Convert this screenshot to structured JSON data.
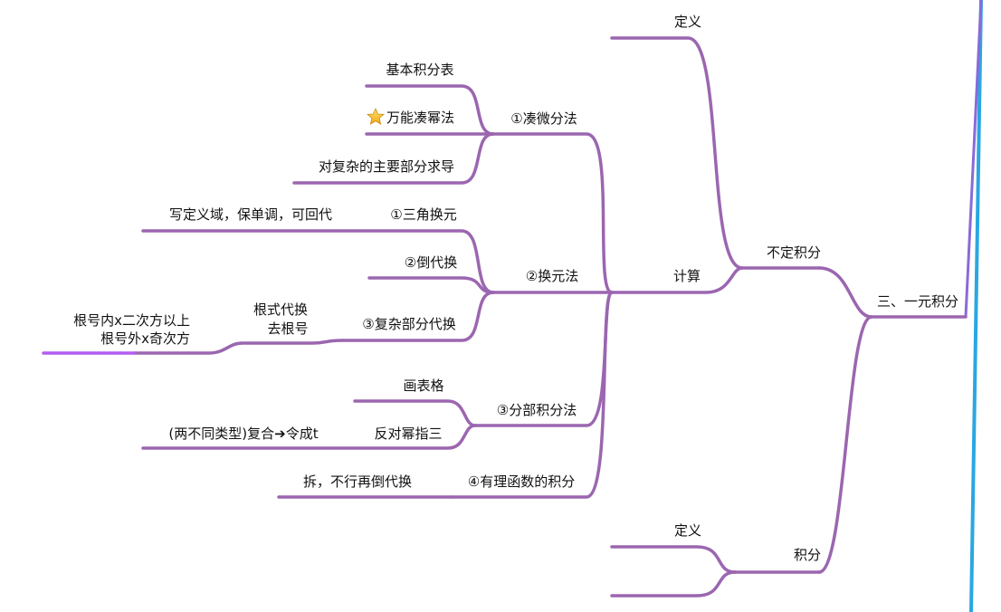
{
  "colors": {
    "edge": "#9b66b0",
    "accent_blue": "#2aa7e2",
    "accent_violet": "#b45cf0",
    "text": "#111111"
  },
  "nodes": {
    "root": "三、一元积分",
    "indef": "不定积分",
    "indef_def": "定义",
    "calc": "计算",
    "cou": "①凑微分法",
    "cou_table": "基本积分表",
    "cou_universal": "万能凑幂法",
    "cou_derive": "对复杂的主要部分求导",
    "huan": "②换元法",
    "trig": "①三角换元",
    "trig_note": "写定义域，保单调，可回代",
    "inv": "②倒代换",
    "comp": "③复杂部分代换",
    "root_sub_1": "根式代换",
    "root_sub_2": "去根号",
    "cond_1": "根号内x二次方以上",
    "cond_2": "根号外x奇次方",
    "parts": "③分部积分法",
    "table": "画表格",
    "order": "反对幂指三",
    "order_note": "(两不同类型)复合➔令成t",
    "rational": "④有理函数的积分",
    "rational_note": "拆，不行再倒代换",
    "def": "积分",
    "def_def": "定义"
  },
  "icons": {
    "universal_star": "star-icon"
  }
}
